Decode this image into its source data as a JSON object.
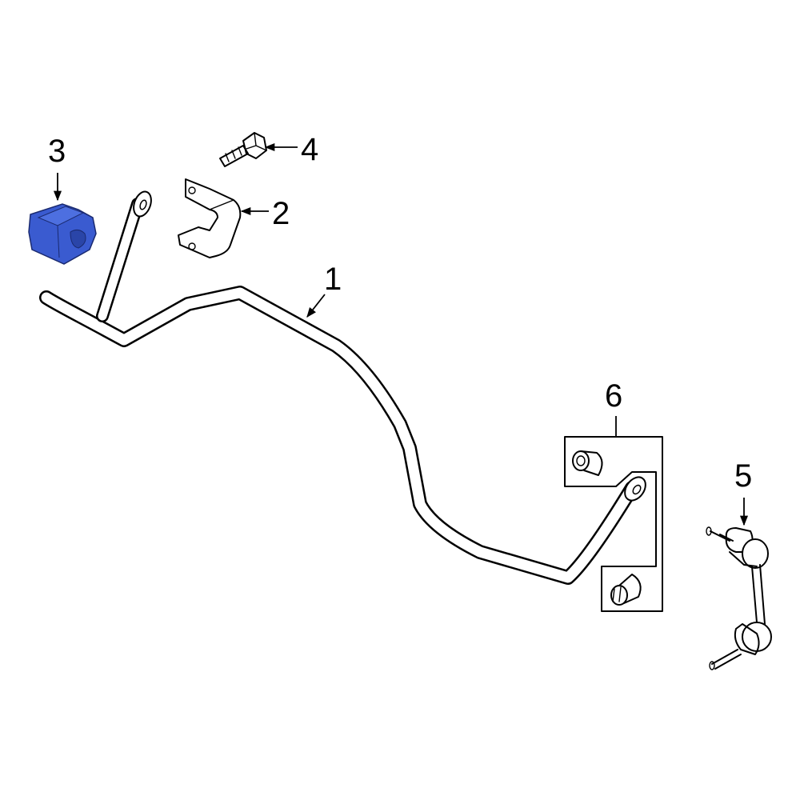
{
  "diagram": {
    "highlight_color": "#3a5bd0",
    "line_color": "#000000",
    "background": "#ffffff",
    "callouts": [
      {
        "id": "1",
        "label": "1"
      },
      {
        "id": "2",
        "label": "2"
      },
      {
        "id": "3",
        "label": "3"
      },
      {
        "id": "4",
        "label": "4"
      },
      {
        "id": "5",
        "label": "5"
      },
      {
        "id": "6",
        "label": "6"
      }
    ]
  }
}
